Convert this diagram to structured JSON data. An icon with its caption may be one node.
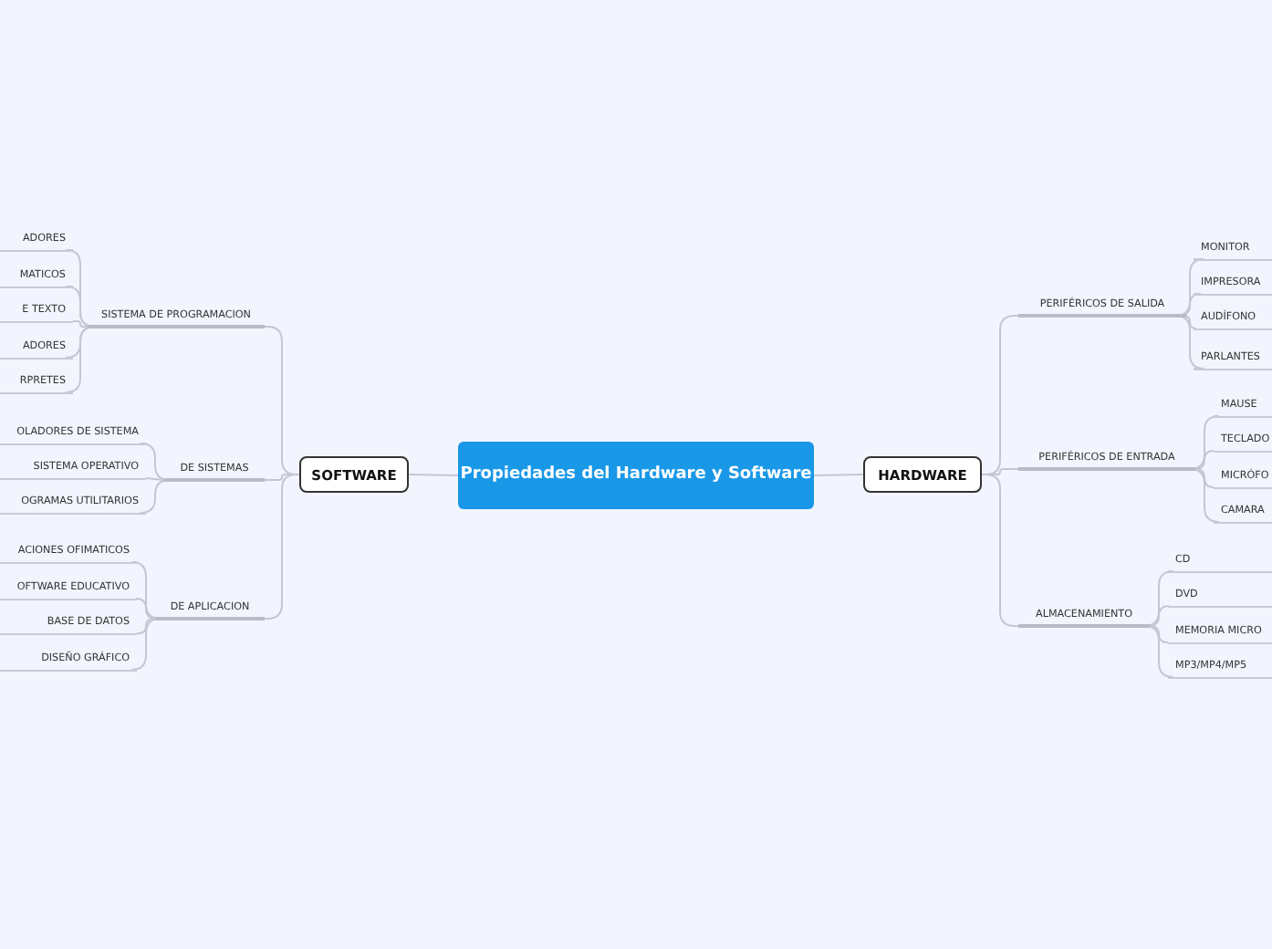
{
  "diagram": {
    "nodes": [
      {
        "text": [
          "Propiedades del Hardware y Software"
        ]
      },
      {
        "text": [
          "SOFTWARE"
        ]
      },
      {
        "text": [
          "SISTEMA DE PROGRAMACION"
        ]
      },
      {
        "text": [
          "ADORES"
        ]
      },
      {
        "text": [
          "MATICOS"
        ]
      },
      {
        "text": [
          "E TEXTO"
        ]
      },
      {
        "text": [
          "ADORES"
        ]
      },
      {
        "text": [
          "RPRETES"
        ]
      },
      {
        "text": [
          "DE SISTEMAS"
        ]
      },
      {
        "text": [
          "OLADORES DE SISTEMA"
        ]
      },
      {
        "text": [
          "SISTEMA OPERATIVO"
        ]
      },
      {
        "text": [
          "OGRAMAS UTILITARIOS"
        ]
      },
      {
        "text": [
          "DE APLICACION"
        ]
      },
      {
        "text": [
          "ACIONES OFIMATICOS"
        ]
      },
      {
        "text": [
          "OFTWARE EDUCATIVO"
        ]
      },
      {
        "text": [
          "BASE DE DATOS"
        ]
      },
      {
        "text": [
          "DISEÑO GRÁFICO"
        ]
      },
      {
        "text": [
          "HARDWARE"
        ]
      },
      {
        "text": [
          "PERIFÉRICOS DE SALIDA"
        ]
      },
      {
        "text": [
          "MONITOR"
        ]
      },
      {
        "text": [
          "IMPRESORA"
        ]
      },
      {
        "text": [
          "AUDÍFONO"
        ]
      },
      {
        "text": [
          "PARLANTES"
        ]
      },
      {
        "text": [
          "PERIFÉRICOS DE ENTRADA"
        ]
      },
      {
        "text": [
          "MAUSE"
        ]
      },
      {
        "text": [
          "TECLADO"
        ]
      },
      {
        "text": [
          "MICRÓFO"
        ]
      },
      {
        "text": [
          "CAMARA"
        ]
      },
      {
        "text": [
          "ALMACENAMIENTO"
        ]
      },
      {
        "text": [
          "CD"
        ]
      },
      {
        "text": [
          "DVD"
        ]
      },
      {
        "text": [
          "MEMORIA MICRO"
        ]
      },
      {
        "text": [
          "MP3/MP4/MP5"
        ]
      }
    ],
    "edges": [
      {
        "from": 0,
        "to": 1,
        "arrow": "none"
      },
      {
        "from": 1,
        "to": 2,
        "arrow": "none"
      },
      {
        "from": 2,
        "to": 3,
        "arrow": "none"
      },
      {
        "from": 2,
        "to": 4,
        "arrow": "none"
      },
      {
        "from": 2,
        "to": 5,
        "arrow": "none"
      },
      {
        "from": 2,
        "to": 6,
        "arrow": "none"
      },
      {
        "from": 2,
        "to": 7,
        "arrow": "none"
      },
      {
        "from": 1,
        "to": 8,
        "arrow": "none"
      },
      {
        "from": 8,
        "to": 9,
        "arrow": "none"
      },
      {
        "from": 8,
        "to": 10,
        "arrow": "none"
      },
      {
        "from": 8,
        "to": 11,
        "arrow": "none"
      },
      {
        "from": 1,
        "to": 12,
        "arrow": "none"
      },
      {
        "from": 12,
        "to": 13,
        "arrow": "none"
      },
      {
        "from": 12,
        "to": 14,
        "arrow": "none"
      },
      {
        "from": 12,
        "to": 15,
        "arrow": "none"
      },
      {
        "from": 12,
        "to": 16,
        "arrow": "none"
      },
      {
        "from": 0,
        "to": 17,
        "arrow": "none"
      },
      {
        "from": 17,
        "to": 18,
        "arrow": "none"
      },
      {
        "from": 18,
        "to": 19,
        "arrow": "none"
      },
      {
        "from": 18,
        "to": 20,
        "arrow": "none"
      },
      {
        "from": 18,
        "to": 21,
        "arrow": "none"
      },
      {
        "from": 18,
        "to": 22,
        "arrow": "none"
      },
      {
        "from": 17,
        "to": 23,
        "arrow": "none"
      },
      {
        "from": 23,
        "to": 24,
        "arrow": "none"
      },
      {
        "from": 23,
        "to": 25,
        "arrow": "none"
      },
      {
        "from": 23,
        "to": 26,
        "arrow": "none"
      },
      {
        "from": 23,
        "to": 27,
        "arrow": "none"
      },
      {
        "from": 17,
        "to": 28,
        "arrow": "none"
      },
      {
        "from": 28,
        "to": 29,
        "arrow": "none"
      },
      {
        "from": 28,
        "to": 30,
        "arrow": "none"
      },
      {
        "from": 28,
        "to": 31,
        "arrow": "none"
      },
      {
        "from": 28,
        "to": 32,
        "arrow": "none"
      }
    ]
  }
}
